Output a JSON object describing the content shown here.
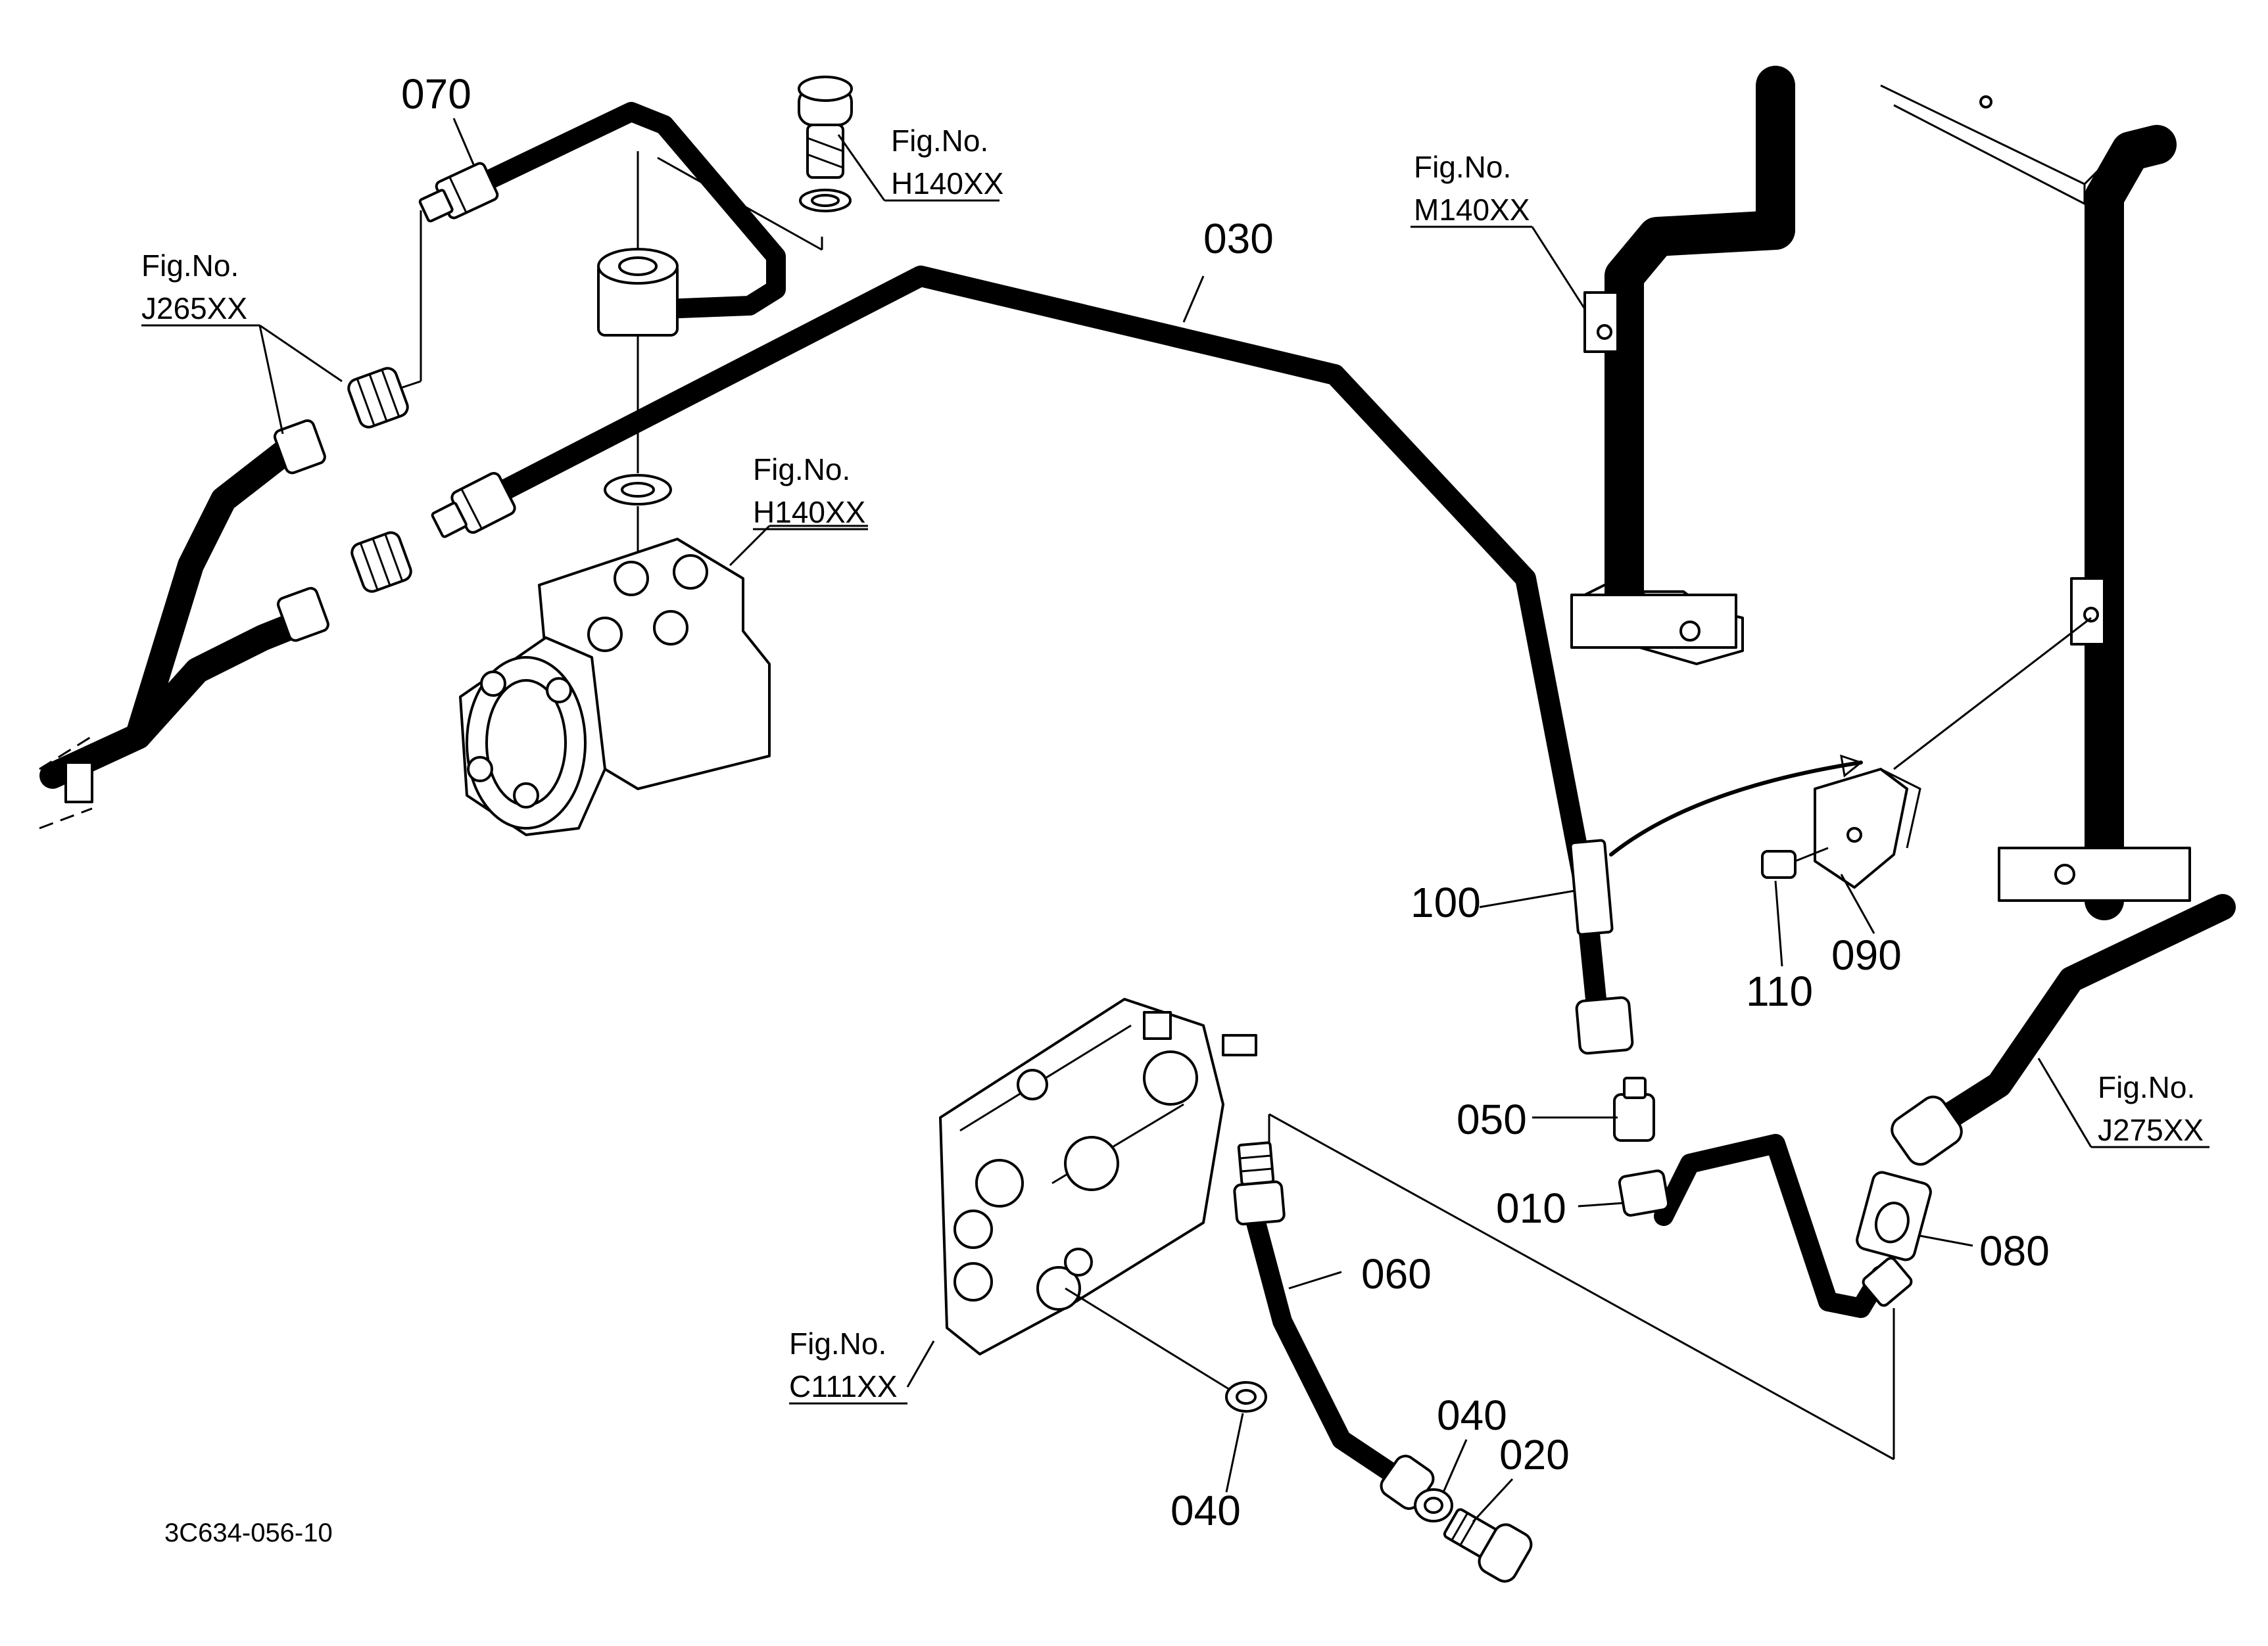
{
  "doc_number": "3C634-056-10",
  "parts": {
    "p010": "010",
    "p020": "020",
    "p030": "030",
    "p040a": "040",
    "p040b": "040",
    "p050": "050",
    "p060": "060",
    "p070": "070",
    "p080": "080",
    "p090": "090",
    "p100": "100",
    "p110": "110"
  },
  "fig_refs": {
    "j265": {
      "label": "Fig.No.",
      "code": "J265XX"
    },
    "h140_top": {
      "label": "Fig.No.",
      "code": "H140XX"
    },
    "h140_mid": {
      "label": "Fig.No.",
      "code": "H140XX"
    },
    "m140": {
      "label": "Fig.No.",
      "code": "M140XX"
    },
    "j275": {
      "label": "Fig.No.",
      "code": "J275XX"
    },
    "c111": {
      "label": "Fig.No.",
      "code": "C111XX"
    }
  }
}
